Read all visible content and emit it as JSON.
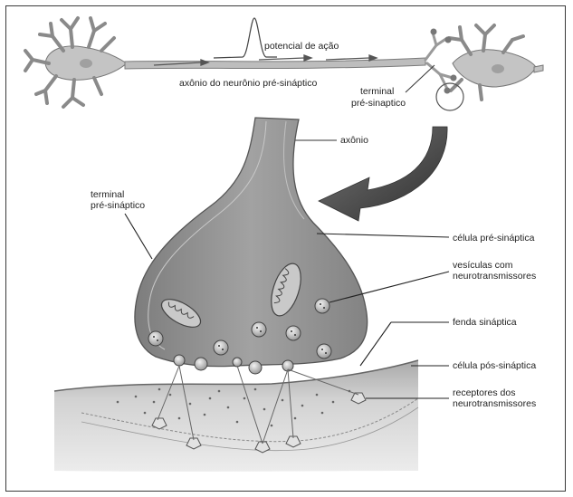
{
  "labels": {
    "action_potential": "potencial de ação",
    "axon_presynaptic_neuron": "axônio do neurônio pré-sináptico",
    "presynaptic_terminal_top_line1": "terminal",
    "presynaptic_terminal_top_line2": "pré-sinaptico",
    "axon": "axônio",
    "presynaptic_terminal_left_line1": "terminal",
    "presynaptic_terminal_left_line2": "pré-sináptico",
    "presynaptic_cell": "célula pré-sináptica",
    "vesicles_line1": "vesículas com",
    "vesicles_line2": "neurotransmissores",
    "synaptic_cleft": "fenda sináptica",
    "postsynaptic_cell": "célula pós-sináptica",
    "receptors_line1": "receptores dos",
    "receptors_line2": "neurotransmissores"
  },
  "colors": {
    "terminal_fill": "#8f8f8f",
    "terminal_inner": "#a7a7a7",
    "postsynaptic_fill": "#cdcdcd",
    "arrow_fill": "#505050",
    "neuron_fill": "#bdbdbd"
  }
}
